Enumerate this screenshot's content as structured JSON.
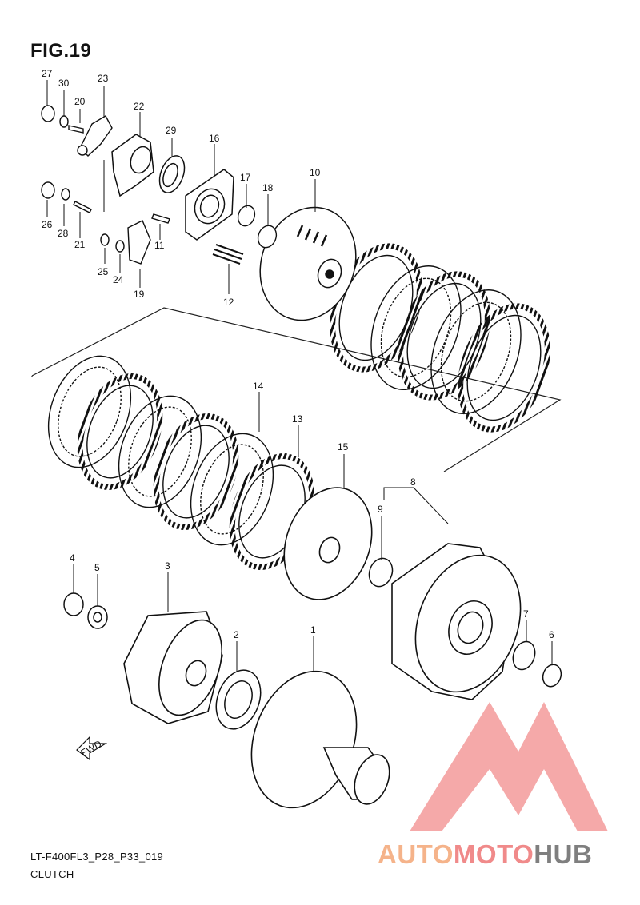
{
  "figure": {
    "title": "FIG.19"
  },
  "footer": {
    "code": "LT-F400FL3_P28_P33_019",
    "section": "CLUTCH"
  },
  "direction_arrow": {
    "label": "FWD"
  },
  "watermark": {
    "parts": [
      {
        "text": "AUTO",
        "color": "#f5b38a"
      },
      {
        "text": "MOTO",
        "color": "#f08a8a"
      },
      {
        "text": "HUB",
        "color": "#7f7f7f"
      }
    ],
    "logo_color": "#f39a9a"
  },
  "callouts": [
    "1",
    "2",
    "3",
    "4",
    "5",
    "6",
    "7",
    "8",
    "9",
    "10",
    "11",
    "12",
    "13",
    "14",
    "15",
    "16",
    "17",
    "18",
    "19",
    "20",
    "21",
    "22",
    "23",
    "24",
    "25",
    "26",
    "27",
    "28",
    "29",
    "30"
  ]
}
